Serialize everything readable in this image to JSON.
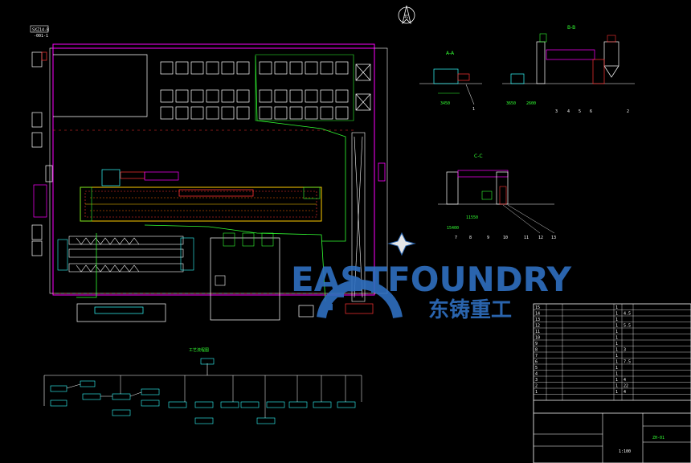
{
  "drawing": {
    "title_box": "SXZ14-B",
    "title_sub": "-001-1",
    "north_mark": "北",
    "views": {
      "aa": "A-A",
      "bb": "B-B",
      "cc": "C-C"
    },
    "dims": {
      "aa_1": "3450",
      "bb_1": "3650",
      "bb_2": "2600",
      "cc_1": "11550",
      "cc_2": "15400"
    },
    "callouts_aa": [
      "1"
    ],
    "callouts_bb": [
      "3",
      "4",
      "5",
      "6",
      "2"
    ],
    "callouts_cc": [
      "7",
      "8",
      "9",
      "10",
      "11",
      "12",
      "13"
    ],
    "flow_title": "工艺流程图"
  },
  "watermark": {
    "brand_en": "EASTFOUNDRY",
    "brand_cn": "东铸重工"
  },
  "title_block": {
    "rows": [
      {
        "no": "15",
        "code": "",
        "name": "",
        "qty": "1"
      },
      {
        "no": "14",
        "code": "",
        "name": "",
        "qty": "1",
        "wt": "4.5"
      },
      {
        "no": "13",
        "code": "",
        "name": "",
        "qty": "1"
      },
      {
        "no": "12",
        "code": "",
        "name": "",
        "qty": "1",
        "wt": "5.5"
      },
      {
        "no": "11",
        "code": "",
        "name": "",
        "qty": "1"
      },
      {
        "no": "10",
        "code": "",
        "name": "",
        "qty": "1"
      },
      {
        "no": "9",
        "code": "",
        "name": "",
        "qty": "1"
      },
      {
        "no": "8",
        "code": "",
        "name": "",
        "qty": "1",
        "wt": "3"
      },
      {
        "no": "7",
        "code": "",
        "name": "",
        "qty": "1"
      },
      {
        "no": "6",
        "code": "",
        "name": "",
        "qty": "1",
        "wt": "7.5"
      },
      {
        "no": "5",
        "code": "",
        "name": "",
        "qty": "1"
      },
      {
        "no": "4",
        "code": "",
        "name": "",
        "qty": "1"
      },
      {
        "no": "3",
        "code": "",
        "name": "",
        "qty": "1",
        "wt": "4"
      },
      {
        "no": "2",
        "code": "",
        "name": "",
        "qty": "1",
        "wt": "22"
      },
      {
        "no": "1",
        "code": "",
        "name": "",
        "qty": "1",
        "wt": "4"
      }
    ],
    "drawing_no": "ZH-01",
    "scale": "1:100"
  }
}
